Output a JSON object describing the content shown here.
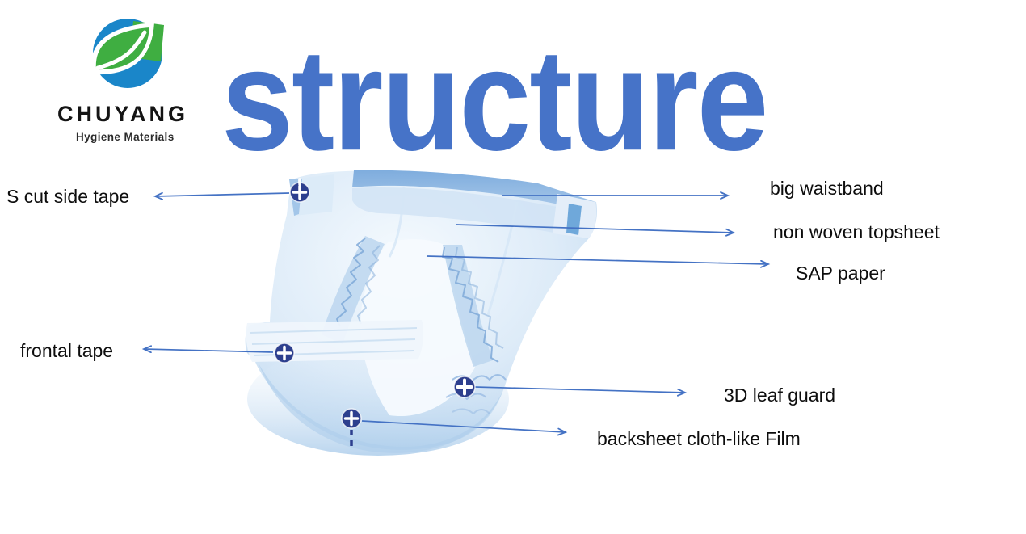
{
  "logo": {
    "brand": "CHUYANG",
    "tagline": "Hygiene Materials",
    "mark_icon": "leaf-globe-icon",
    "colors": {
      "blue": "#1A86C9",
      "green": "#3FAE41"
    }
  },
  "title": {
    "text": "structure",
    "color": "#4673C8"
  },
  "diagram": {
    "subject": "baby diaper structure",
    "arrow_color": "#4472C4",
    "marker_color": "#2D3F8E",
    "marker_symbol": "+",
    "callouts": [
      {
        "id": "s-cut-side-tape",
        "label": "S cut side tape",
        "side": "left"
      },
      {
        "id": "big-waistband",
        "label": "big waistband",
        "side": "right"
      },
      {
        "id": "non-woven-topsheet",
        "label": "non woven topsheet",
        "side": "right"
      },
      {
        "id": "sap-paper",
        "label": "SAP paper",
        "side": "right"
      },
      {
        "id": "frontal-tape",
        "label": "frontal tape",
        "side": "left"
      },
      {
        "id": "3d-leaf-guard",
        "label": "3D leaf guard",
        "side": "right"
      },
      {
        "id": "backsheet",
        "label": "backsheet cloth-like Film",
        "side": "right"
      }
    ]
  }
}
